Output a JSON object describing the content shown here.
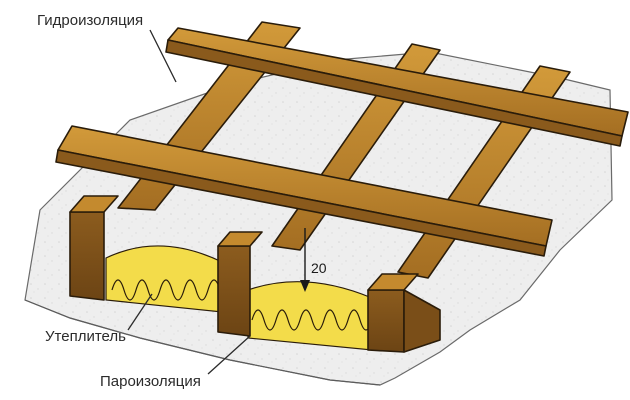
{
  "labels": {
    "waterproofing": "Гидроизоляция",
    "insulation": "Утеплитель",
    "vapor_barrier": "Пароизоляция",
    "gap_dimension": "20"
  },
  "colors": {
    "wood_light": "#c8922e",
    "wood_dark": "#8a5a1c",
    "wood_top": "#b07a26",
    "insulation": "#f3dc4a",
    "membrane": "#ececec",
    "outline": "#2a1c0a"
  }
}
